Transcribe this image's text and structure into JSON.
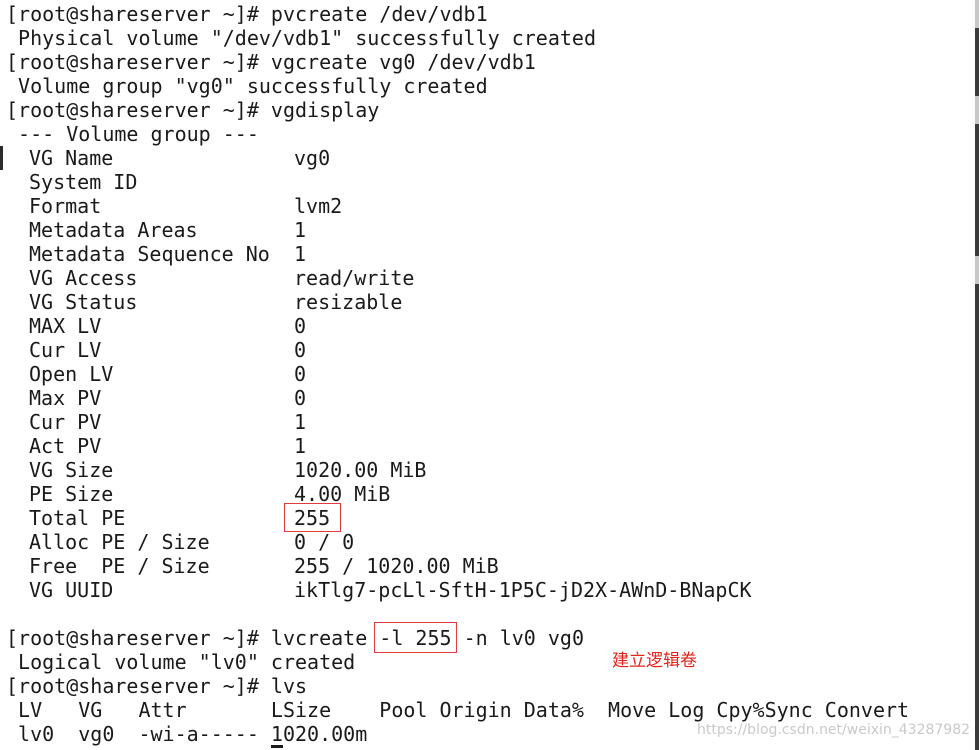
{
  "terminal": {
    "cmd1": "[root@shareserver ~]# pvcreate /dev/vdb1",
    "out1": " Physical volume \"/dev/vdb1\" successfully created",
    "cmd2": "[root@shareserver ~]# vgcreate vg0 /dev/vdb1",
    "out2": " Volume group \"vg0\" successfully created",
    "cmd3": "[root@shareserver ~]# vgdisplay",
    "vg_header": " --- Volume group ---",
    "vg_rows": [
      {
        "key": "VG Name",
        "value": "vg0"
      },
      {
        "key": "System ID",
        "value": ""
      },
      {
        "key": "Format",
        "value": "lvm2"
      },
      {
        "key": "Metadata Areas",
        "value": "1"
      },
      {
        "key": "Metadata Sequence No",
        "value": "1"
      },
      {
        "key": "VG Access",
        "value": "read/write"
      },
      {
        "key": "VG Status",
        "value": "resizable"
      },
      {
        "key": "MAX LV",
        "value": "0"
      },
      {
        "key": "Cur LV",
        "value": "0"
      },
      {
        "key": "Open LV",
        "value": "0"
      },
      {
        "key": "Max PV",
        "value": "0"
      },
      {
        "key": "Cur PV",
        "value": "1"
      },
      {
        "key": "Act PV",
        "value": "1"
      },
      {
        "key": "VG Size",
        "value": "1020.00 MiB"
      },
      {
        "key": "PE Size",
        "value": "4.00 MiB"
      },
      {
        "key": "Total PE",
        "value": "255"
      },
      {
        "key": "Alloc PE / Size",
        "value": "0 / 0"
      },
      {
        "key": "Free  PE / Size",
        "value": "255 / 1020.00 MiB"
      },
      {
        "key": "VG UUID",
        "value": "ikTlg7-pcLl-SftH-1P5C-jD2X-AWnD-BNapCK"
      }
    ],
    "cmd4_prefix": "[root@shareserver ~]# lvcreate ",
    "cmd4_option": "-l 255",
    "cmd4_suffix": " -n lv0 vg0",
    "out4": " Logical volume \"lv0\" created",
    "cmd5": "[root@shareserver ~]# lvs",
    "lvs_header": " LV   VG   Attr       LSize    Pool Origin Data%  Move Log Cpy%Sync Convert",
    "lvs_row": " lv0  vg0  -wi-a----- 1020.00m"
  },
  "annotation": {
    "text": "建立逻辑卷",
    "color": "#e0251b"
  },
  "watermark": {
    "text": "https://blog.csdn.net/weixin_43287982"
  },
  "colors": {
    "background": "#ffffff",
    "text": "#1a1a1a",
    "highlight": "#e03c3c"
  }
}
